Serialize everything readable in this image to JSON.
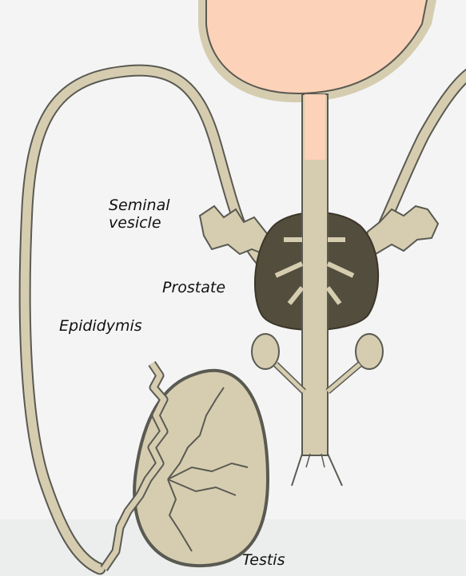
{
  "labels": {
    "seminal_vesicle_line1": "Seminal",
    "seminal_vesicle_line2": "vesicle",
    "prostate": "Prostate",
    "epididymis": "Epididymis",
    "testis": "Testis"
  },
  "colors": {
    "background": "#f4f4f5",
    "duct_fill": "#d6cdb0",
    "outline": "#5a5a52",
    "bladder_fill": "#fcd2b8",
    "prostate_fill": "#534d3e",
    "text": "#111111"
  }
}
